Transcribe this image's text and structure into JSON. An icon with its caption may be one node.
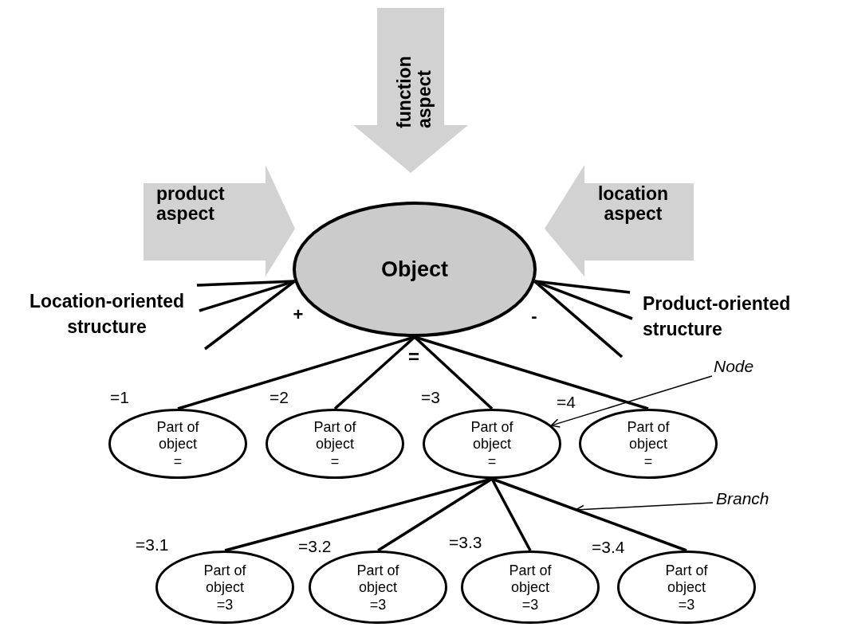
{
  "diagram": {
    "nodes": [
      {
        "text": [
          "function aspect"
        ]
      },
      {
        "text": [
          "product aspect"
        ]
      },
      {
        "text": [
          "location aspect"
        ]
      },
      {
        "text": [
          "Object"
        ]
      },
      {
        "text": [
          "Part of object",
          "="
        ],
        "beside": [
          "=1"
        ]
      },
      {
        "text": [
          "Part of object",
          "="
        ],
        "beside": [
          "=2"
        ]
      },
      {
        "text": [
          "Part of object",
          "="
        ],
        "beside": [
          "=3"
        ]
      },
      {
        "text": [
          "Part of object",
          "="
        ],
        "beside": [
          "=4"
        ]
      },
      {
        "text": [
          "Part of object",
          "=3"
        ],
        "beside": [
          "=3.1"
        ]
      },
      {
        "text": [
          "Part of object",
          "=3"
        ],
        "beside": [
          "=3.2"
        ]
      },
      {
        "text": [
          "Part of object",
          "=3"
        ],
        "beside": [
          "=3.3"
        ]
      },
      {
        "text": [
          "Part of object",
          "=3"
        ],
        "beside": [
          "=3.4"
        ]
      },
      {
        "text": [
          "Node"
        ]
      },
      {
        "text": [
          "Branch"
        ]
      }
    ],
    "edges": [
      {
        "from": 3,
        "to": 4,
        "arrow": "none"
      },
      {
        "from": 3,
        "to": 5,
        "arrow": "none"
      },
      {
        "from": 3,
        "to": 6,
        "arrow": "none"
      },
      {
        "from": 3,
        "to": 7,
        "arrow": "none"
      },
      {
        "from": 6,
        "to": 8,
        "arrow": "none"
      },
      {
        "from": 6,
        "to": 9,
        "arrow": "none"
      },
      {
        "from": 6,
        "to": 10,
        "arrow": "none"
      },
      {
        "from": 6,
        "to": 11,
        "arrow": "none"
      },
      {
        "from": 12,
        "to": 6,
        "arrow": "to"
      },
      {
        "from": 13,
        "to": null,
        "arrow": "to"
      },
      {
        "from": 3,
        "to": null,
        "arrow": "none"
      },
      {
        "from": 3,
        "to": null,
        "arrow": "none"
      },
      {
        "from": 3,
        "to": null,
        "arrow": "none"
      },
      {
        "from": 3,
        "to": null,
        "arrow": "none"
      },
      {
        "from": 3,
        "to": null,
        "arrow": "none"
      },
      {
        "from": 3,
        "to": null,
        "arrow": "none"
      }
    ],
    "labels": [
      "Location-oriented structure",
      "+",
      "Product-oriented structure",
      "-",
      "="
    ]
  }
}
